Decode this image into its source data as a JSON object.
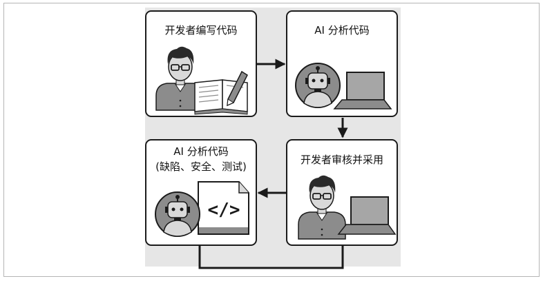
{
  "steps": [
    {
      "title": "开发者编写代码"
    },
    {
      "title": "AI 分析代码"
    },
    {
      "title": "开发者审核并采用"
    },
    {
      "title": "AI 分析代码",
      "subtitle": "(缺陷、安全、测试)"
    }
  ],
  "code_symbol": "</>",
  "icons": [
    "developer-icon",
    "book-pencil-icon",
    "robot-icon",
    "laptop-icon",
    "code-file-icon"
  ],
  "colors": {
    "dark": "#1a1a1a",
    "mid": "#8c8c8c",
    "light": "#e6e6e6"
  }
}
